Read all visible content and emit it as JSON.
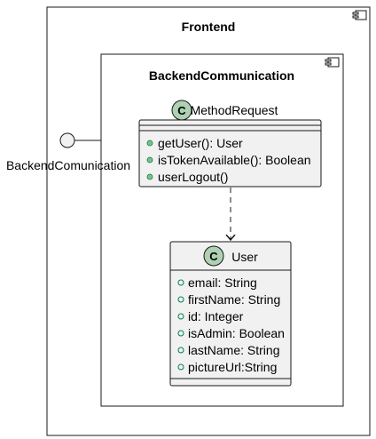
{
  "outer_component": {
    "title": "Frontend",
    "icon": "component-icon"
  },
  "inner_component": {
    "title": "BackendCommunication",
    "icon": "component-icon"
  },
  "interface": {
    "label": "BackendComunication"
  },
  "classes": [
    {
      "stereotype_letter": "C",
      "name": "MethodRequest",
      "members": [
        "getUser(): User",
        "isTokenAvailable(): Boolean",
        "userLogout()"
      ],
      "member_visibility": "public-filled"
    },
    {
      "stereotype_letter": "C",
      "name": "User",
      "members": [
        "email: String",
        "firstName: String",
        "id: Integer",
        "isAdmin: Boolean",
        "lastName: String",
        "pictureUrl:String"
      ],
      "member_visibility": "public-hollow"
    }
  ],
  "relations": [
    {
      "from": "MethodRequest",
      "to": "User",
      "style": "dashed-dependency"
    }
  ],
  "colors": {
    "line": "#181818",
    "class_fill": "#F1F1F1",
    "class_icon": "#ADD1B2",
    "member_dot": "#84BE84",
    "interface_fill": "#F1F1F1"
  }
}
